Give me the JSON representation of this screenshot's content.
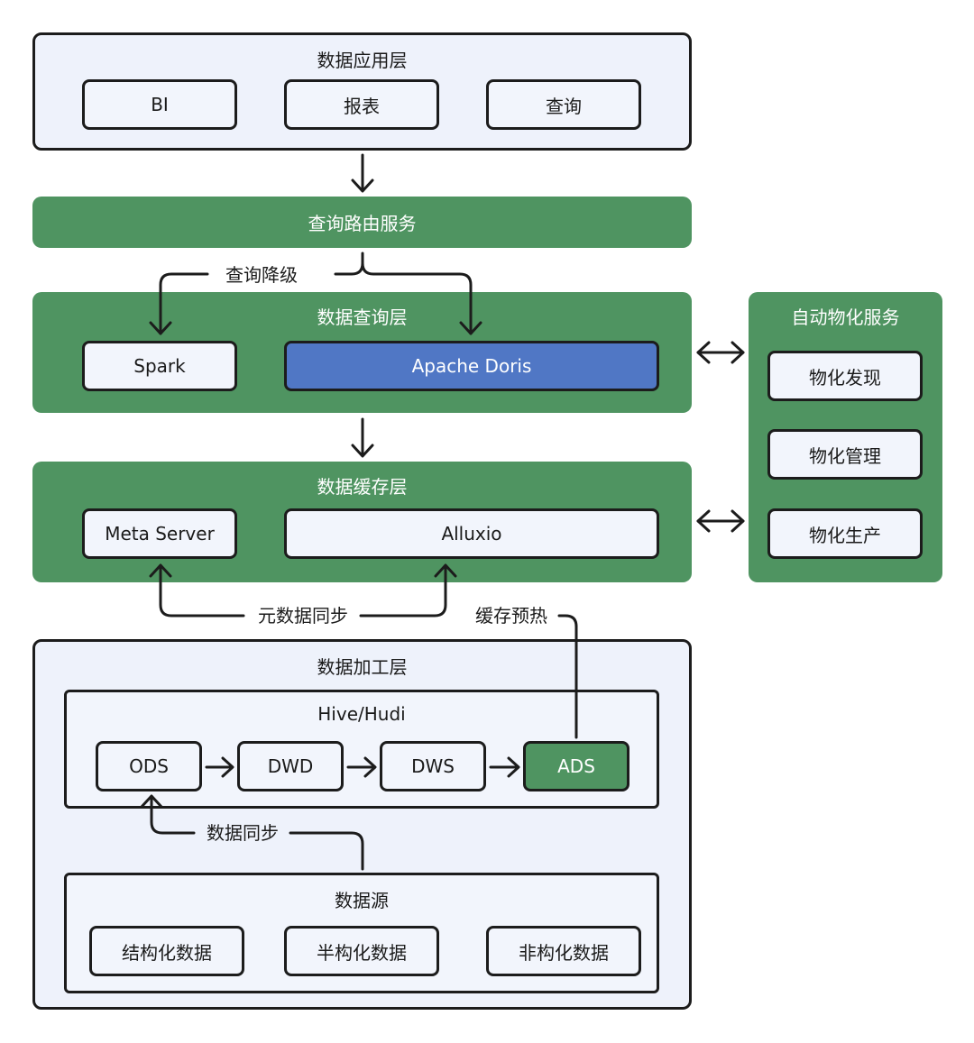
{
  "app_layer": {
    "title": "数据应用层",
    "items": [
      "BI",
      "报表",
      "查询"
    ]
  },
  "query_router": {
    "title": "查询路由服务"
  },
  "query_fallback_label": "查询降级",
  "query_layer": {
    "title": "数据查询层",
    "spark": "Spark",
    "doris": "Apache Doris"
  },
  "auto_materialize": {
    "title": "自动物化服务",
    "items": [
      "物化发现",
      "物化管理",
      "物化生产"
    ]
  },
  "cache_layer": {
    "title": "数据缓存层",
    "meta": "Meta Server",
    "alluxio": "Alluxio"
  },
  "meta_sync_label": "元数据同步",
  "cache_warm_label": "缓存预热",
  "process_layer": {
    "title": "数据加工层",
    "hive_title": "Hive/Hudi",
    "stages": [
      "ODS",
      "DWD",
      "DWS",
      "ADS"
    ],
    "data_sync_label": "数据同步",
    "source_title": "数据源",
    "sources": [
      "结构化数据",
      "半构化数据",
      "非构化数据"
    ]
  },
  "colors": {
    "green": "#4f9461",
    "blue": "#5077c5",
    "light": "#eef2fb",
    "border": "#1c1c1c"
  }
}
